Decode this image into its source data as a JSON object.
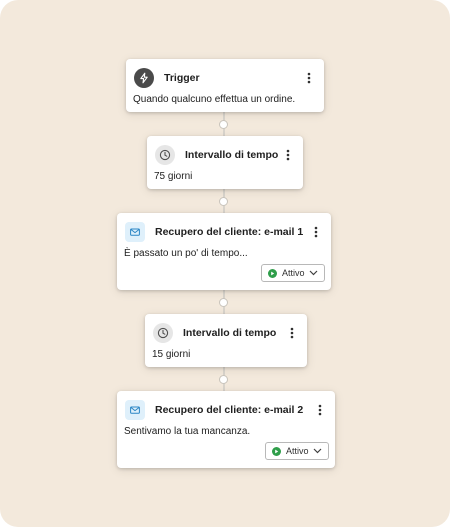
{
  "workflow": {
    "steps": [
      {
        "icon": "lightning-icon",
        "title": "Trigger",
        "body": "Quando qualcuno effettua un ordine."
      },
      {
        "icon": "clock-icon",
        "title": "Intervallo di tempo",
        "body": "75 giorni"
      },
      {
        "icon": "mail-icon",
        "title": "Recupero del cliente: e-mail 1",
        "body": "È passato un po' di tempo...",
        "status": "Attivo"
      },
      {
        "icon": "clock-icon",
        "title": "Intervallo di tempo",
        "body": "15 giorni"
      },
      {
        "icon": "mail-icon",
        "title": "Recupero del cliente: e-mail 2",
        "body": "Sentivamo la tua mancanza.",
        "status": "Attivo"
      }
    ]
  },
  "colors": {
    "background": "#f3e9dc",
    "status_active": "#2f9e4a",
    "mail_icon": "#2b86c5"
  }
}
